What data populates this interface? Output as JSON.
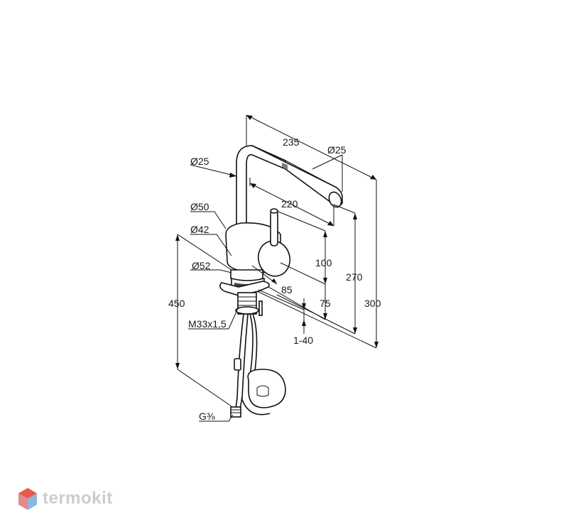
{
  "drawing": {
    "labels": {
      "d_spout_top": "Ø25",
      "d_spout": "Ø25",
      "d_body": "Ø50",
      "d_base": "Ø42",
      "d_flange": "Ø52",
      "thread": "M33x1,5",
      "connection": "G⅜",
      "reach_total": "235",
      "reach_outlet": "220",
      "height_total": "300",
      "height_outlet": "270",
      "height_lever": "100",
      "height_base": "75",
      "base_offset": "85",
      "worktop": "1-40",
      "hose_length": "450"
    }
  },
  "brand": {
    "name": "termokit",
    "accent": "#d9453b",
    "mark_colors": [
      "#e8584e",
      "#5b9bd5",
      "#c9cdd3"
    ]
  }
}
